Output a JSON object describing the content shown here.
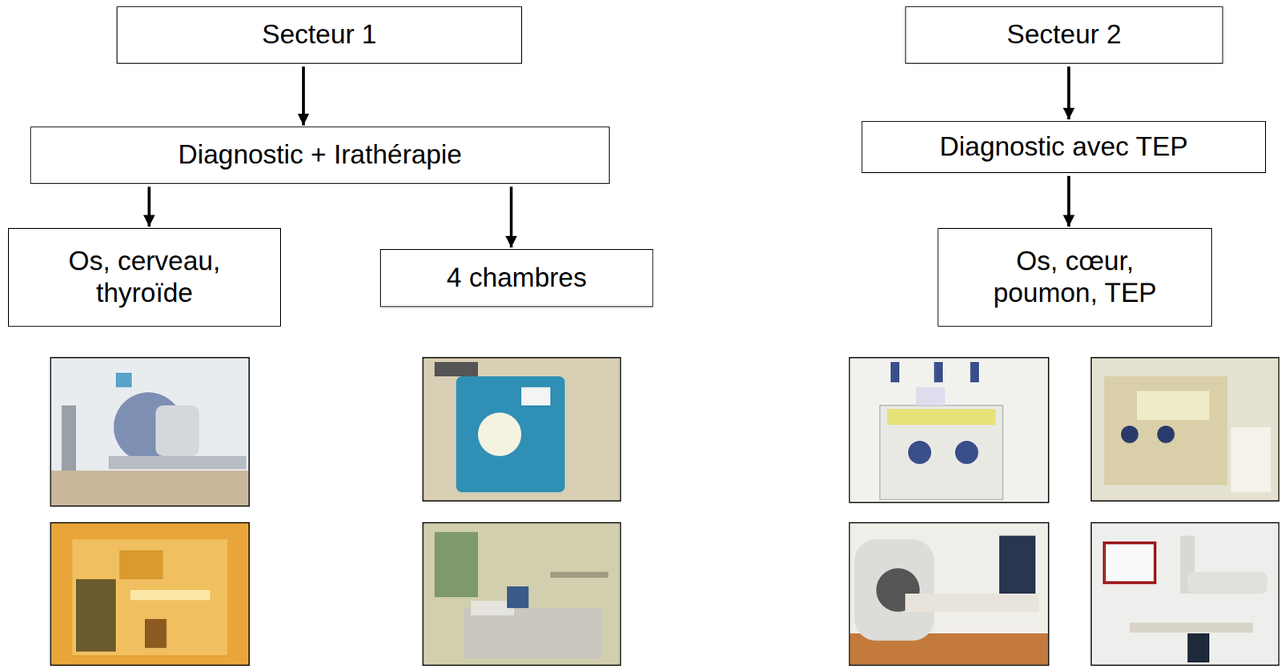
{
  "diagram": {
    "nodes": [
      {
        "text": [
          "Secteur 1"
        ]
      },
      {
        "text": [
          "Diagnostic  +  Irathérapie"
        ]
      },
      {
        "text": [
          "Os, cerveau, thyroïde"
        ]
      },
      {
        "text": [
          "4 chambres"
        ]
      },
      {
        "text": [
          "Secteur 2"
        ]
      },
      {
        "text": [
          "Diagnostic avec TEP"
        ]
      },
      {
        "text": [
          "Os, cœur, poumon, TEP"
        ]
      }
    ],
    "edges": [
      {
        "from": 0,
        "to": 1,
        "arrow": "to"
      },
      {
        "from": 1,
        "to": 2,
        "arrow": "to"
      },
      {
        "from": 1,
        "to": 3,
        "arrow": "to"
      },
      {
        "from": 4,
        "to": 5,
        "arrow": "to"
      },
      {
        "from": 5,
        "to": 6,
        "arrow": "to"
      }
    ]
  }
}
